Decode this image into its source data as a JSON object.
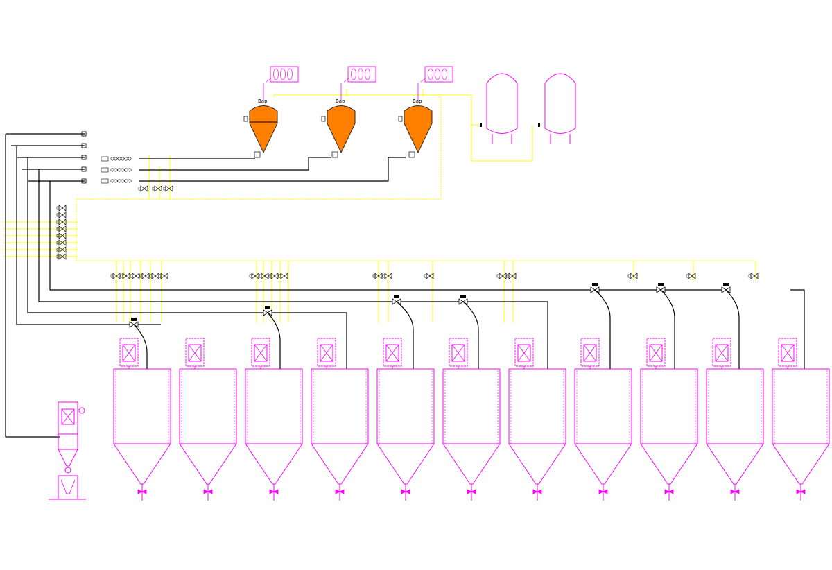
{
  "colors": {
    "background": "#ffffff",
    "conveying_line": "#000000",
    "air_line": "#ffff00",
    "silo_outline": "#ff00ff",
    "day_hopper_fill": "#ff8000",
    "hopper_outline": "#2a2a2a"
  },
  "diagram": {
    "day_hoppers": [
      {
        "id": "hopper-1",
        "label": "Bap"
      },
      {
        "id": "hopper-2",
        "label": "Bap"
      },
      {
        "id": "hopper-3",
        "label": "Bap"
      }
    ],
    "storage_tanks": [
      {
        "id": "tank-1"
      },
      {
        "id": "tank-2"
      }
    ],
    "silos": [
      {
        "id": "silo-1"
      },
      {
        "id": "silo-2"
      },
      {
        "id": "silo-3"
      },
      {
        "id": "silo-4"
      },
      {
        "id": "silo-5"
      },
      {
        "id": "silo-6"
      },
      {
        "id": "silo-7"
      },
      {
        "id": "silo-8"
      },
      {
        "id": "silo-9"
      },
      {
        "id": "silo-10"
      },
      {
        "id": "silo-11"
      }
    ],
    "header_terminals": 5,
    "dryer_station": {
      "id": "dryer-1"
    },
    "icons": {
      "filter": "filter-icon",
      "valve": "valve-icon",
      "loader": "loader-icon",
      "day_hopper": "hopper-icon",
      "tank": "tank-icon",
      "silo": "silo-icon"
    }
  }
}
